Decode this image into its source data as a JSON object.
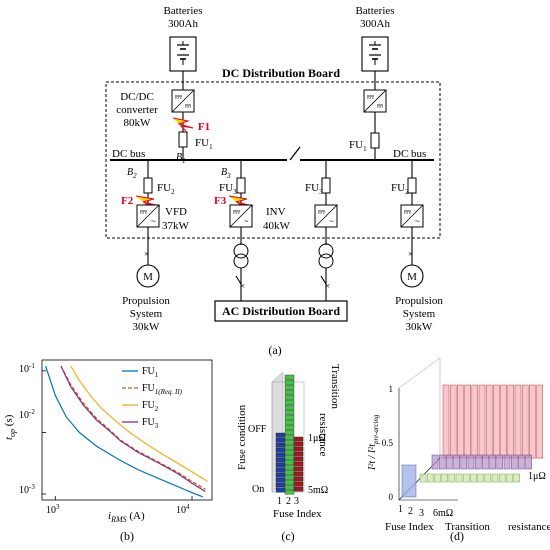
{
  "diagram": {
    "batteries_left": {
      "label": "Batteries",
      "capacity": "300Ah"
    },
    "batteries_right": {
      "label": "Batteries",
      "capacity": "300Ah"
    },
    "dc_board_title": "DC Distribution Board",
    "converter_line1": "DC/DC",
    "converter_line2": "converter",
    "converter_power": "80kW",
    "fault_f1": "F1",
    "fault_f2": "F2",
    "fault_f3": "F3",
    "fu1_left": "FU",
    "fu1_right": "FU",
    "fu1_sub": "1",
    "fu2_left": "FU",
    "fu2_right": "FU",
    "fu2_sub": "2",
    "fu3_left": "FU",
    "fu3_right": "FU",
    "fu3_sub": "3",
    "dc_bus_left": "DC bus",
    "dc_bus_right": "DC bus",
    "b1": "B",
    "b1_sub": "1",
    "b2": "B",
    "b2_sub": "2",
    "b3": "B",
    "b3_sub": "3",
    "vfd_name": "VFD",
    "vfd_power": "37kW",
    "inv_name": "INV",
    "inv_power": "40kW",
    "motor_symbol": "M",
    "prop_left": {
      "line1": "Propulsion",
      "line2": "System",
      "line3": "30kW"
    },
    "prop_right": {
      "line1": "Propulsion",
      "line2": "System",
      "line3": "30kW"
    },
    "ac_board_title": "AC Distribution Board",
    "caption_a": "(a)"
  },
  "panel_b": {
    "caption": "(b)",
    "ylabel_main": "t",
    "ylabel_sub": "op",
    "ylabel_unit": " (s)",
    "xlabel_main": "i",
    "xlabel_sub": "RMS",
    "xlabel_unit": " (A)",
    "yticks": [
      "10",
      "10",
      "10"
    ],
    "ytick_exps": [
      "-1",
      "-2",
      "-3"
    ],
    "xticks": [
      "10",
      "10"
    ],
    "xtick_exps": [
      "3",
      "4"
    ],
    "legend": [
      {
        "name": "FU",
        "sub": "1",
        "extra": "",
        "color": "#0072bd"
      },
      {
        "name": "FU",
        "sub": "1(Req. II)",
        "extra": "",
        "color": "#d95319"
      },
      {
        "name": "FU",
        "sub": "2",
        "extra": "",
        "color": "#edb120"
      },
      {
        "name": "FU",
        "sub": "3",
        "extra": "",
        "color": "#7e2f8e"
      }
    ]
  },
  "panel_c": {
    "caption": "(c)",
    "ylabel": "Fuse condition",
    "state_off": "OFF",
    "state_on": "On",
    "xlabel": "Fuse Index",
    "index_labels": [
      "1",
      "2",
      "3"
    ],
    "res_top": "1μΩ",
    "res_bottom": "5mΩ",
    "side_label_1": "Transition",
    "side_label_2": "resistance"
  },
  "panel_d": {
    "caption": "(d)",
    "ylabel": "I²t / I²t",
    "ylabel_sub": "pre-arcing",
    "yticks": [
      "1",
      "0.5",
      "0"
    ],
    "index_labels": [
      "1",
      "2",
      "3"
    ],
    "res_bottom": "6mΩ",
    "res_top": "1μΩ",
    "xlabel_1": "Fuse Index",
    "xlabel_2": "Transition",
    "xlabel_3": "resistance"
  },
  "chart_data": [
    {
      "type": "line",
      "title": "",
      "xlabel": "iRMS (A)",
      "ylabel": "top (s)",
      "xscale": "log",
      "yscale": "log",
      "xlim": [
        800,
        14000
      ],
      "ylim": [
        0.0008,
        0.15
      ],
      "grid": false,
      "legend_position": "top-right",
      "series": [
        {
          "name": "FU1",
          "x": [
            850,
            1000,
            1200,
            1500,
            2000,
            3000,
            4000,
            6000,
            8000,
            10000,
            12000
          ],
          "y": [
            0.12,
            0.04,
            0.018,
            0.01,
            0.006,
            0.0035,
            0.0025,
            0.0017,
            0.0013,
            0.00105,
            0.0009
          ]
        },
        {
          "name": "FU1(Req. II)",
          "x": [
            1100,
            1300,
            1600,
            2000,
            2500,
            3000,
            4000,
            6000,
            8000,
            10000,
            12500
          ],
          "y": [
            0.12,
            0.06,
            0.03,
            0.017,
            0.011,
            0.0075,
            0.005,
            0.0031,
            0.0022,
            0.0016,
            0.0012
          ]
        },
        {
          "name": "FU2",
          "x": [
            1300,
            1500,
            1800,
            2200,
            2800,
            3500,
            4500,
            6000,
            8000,
            10000,
            13000
          ],
          "y": [
            0.12,
            0.07,
            0.04,
            0.024,
            0.015,
            0.01,
            0.0068,
            0.0045,
            0.0031,
            0.0023,
            0.0016
          ]
        },
        {
          "name": "FU3",
          "x": [
            1100,
            1300,
            1600,
            2000,
            2500,
            3000,
            4000,
            6000,
            8000,
            10000,
            12500
          ],
          "y": [
            0.12,
            0.055,
            0.028,
            0.016,
            0.0105,
            0.0073,
            0.0048,
            0.003,
            0.0021,
            0.0015,
            0.0011
          ]
        }
      ]
    }
  ]
}
